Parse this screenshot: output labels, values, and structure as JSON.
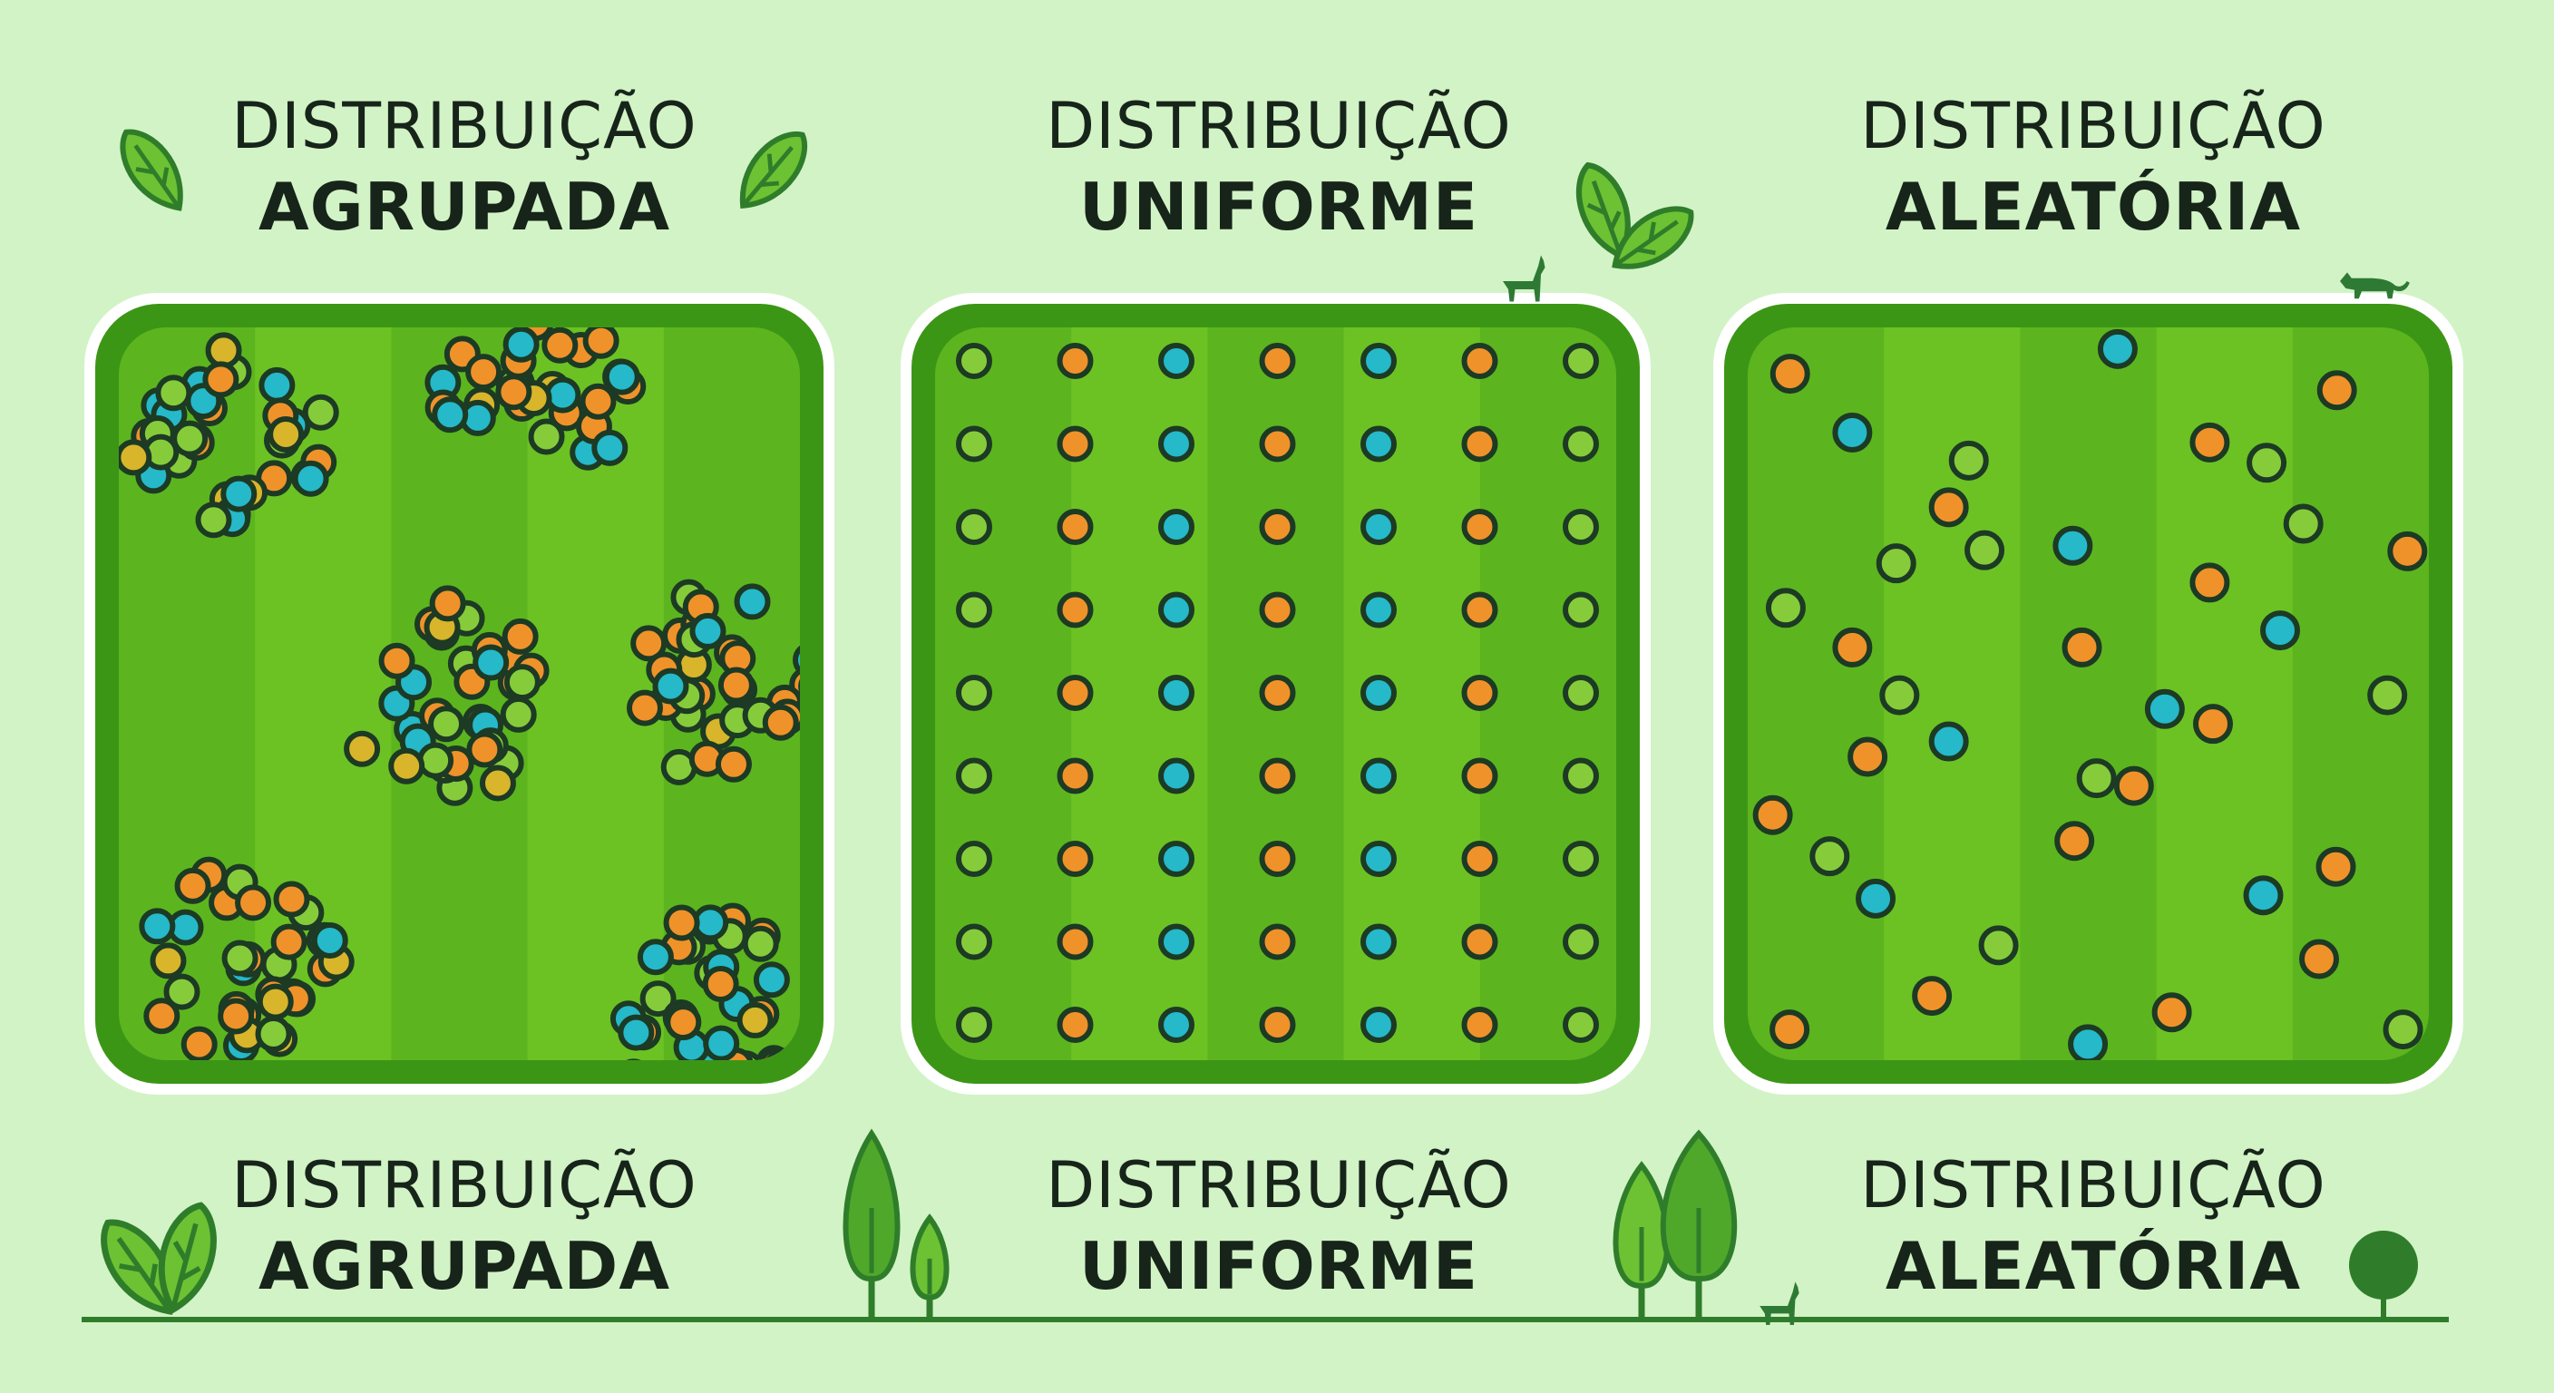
{
  "colors": {
    "background": "#d2f3c6",
    "panel_border": "#3c9616",
    "panel_fill": "#5cb51e",
    "stripe": "#6cc223",
    "dot_outline": "#1c3a24",
    "orange": "#f0922a",
    "teal": "#25b9c9",
    "green": "#86cc3a",
    "yellow": "#d8b52a",
    "decor": "#2f7d2a"
  },
  "top_titles": [
    {
      "line1": "DISTRIBUIÇÃO",
      "line2": "AGRUPADA"
    },
    {
      "line1": "DISTRIBUIÇÃO",
      "line2": "UNIFORME"
    },
    {
      "line1": "DISTRIBUIÇÃO",
      "line2": "ALEATÓRIA"
    }
  ],
  "bottom_titles": [
    {
      "line1": "DISTRIBUIÇÃO",
      "line2": "AGRUPADA"
    },
    {
      "line1": "DISTRIBUIÇÃO",
      "line2": "UNIFORME"
    },
    {
      "line1": "DISTRIBUIÇÃO",
      "line2": "ALEATÓRIA"
    }
  ],
  "panels": [
    {
      "type": "clumped",
      "clusters": 6
    },
    {
      "type": "uniform",
      "columns": 7,
      "rows": 9,
      "column_colors": [
        "green",
        "orange",
        "teal",
        "orange",
        "teal",
        "orange",
        "green"
      ]
    },
    {
      "type": "random",
      "dot_count": 39
    }
  ]
}
